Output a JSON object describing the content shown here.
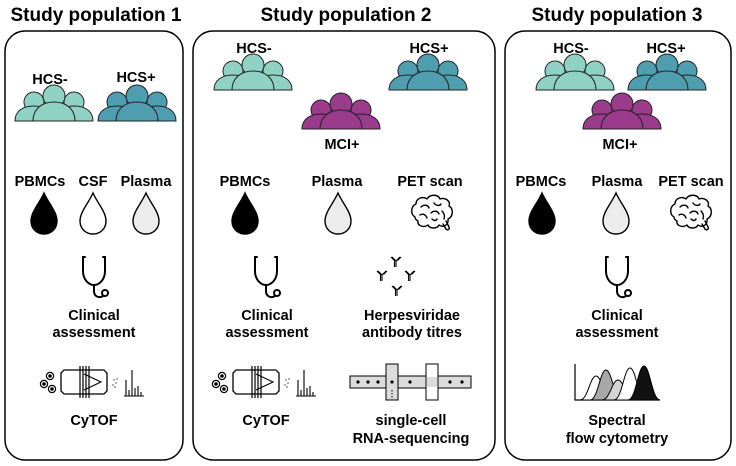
{
  "colors": {
    "hcs_minus": "#8fd2c5",
    "hcs_plus": "#4f9eb0",
    "mci_plus": "#9a3b8c",
    "pbmc_drop": "#000000",
    "plasma_drop": "#ececec",
    "csf_drop": "#ffffff",
    "panel_border": "#000000"
  },
  "panels": [
    {
      "title": "Study population 1",
      "groups": [
        "HCS-",
        "HCS+"
      ],
      "samples": [
        "PBMCs",
        "CSF",
        "Plasma"
      ],
      "assessment": [
        "Clinical",
        "assessment"
      ],
      "method": [
        "CyTOF"
      ]
    },
    {
      "title": "Study population 2",
      "groups": [
        "HCS-",
        "HCS+",
        "MCI+"
      ],
      "samples": [
        "PBMCs",
        "Plasma",
        "PET scan"
      ],
      "assessment": [
        "Clinical",
        "assessment"
      ],
      "antibody": [
        "Herpesviridae",
        "antibody titres"
      ],
      "method": [
        "CyTOF"
      ],
      "method2": [
        "single-cell",
        "RNA-sequencing"
      ]
    },
    {
      "title": "Study population 3",
      "groups": [
        "HCS-",
        "HCS+",
        "MCI+"
      ],
      "samples": [
        "PBMCs",
        "Plasma",
        "PET scan"
      ],
      "assessment": [
        "Clinical",
        "assessment"
      ],
      "method": [
        "Spectral",
        "flow cytometry"
      ]
    }
  ]
}
